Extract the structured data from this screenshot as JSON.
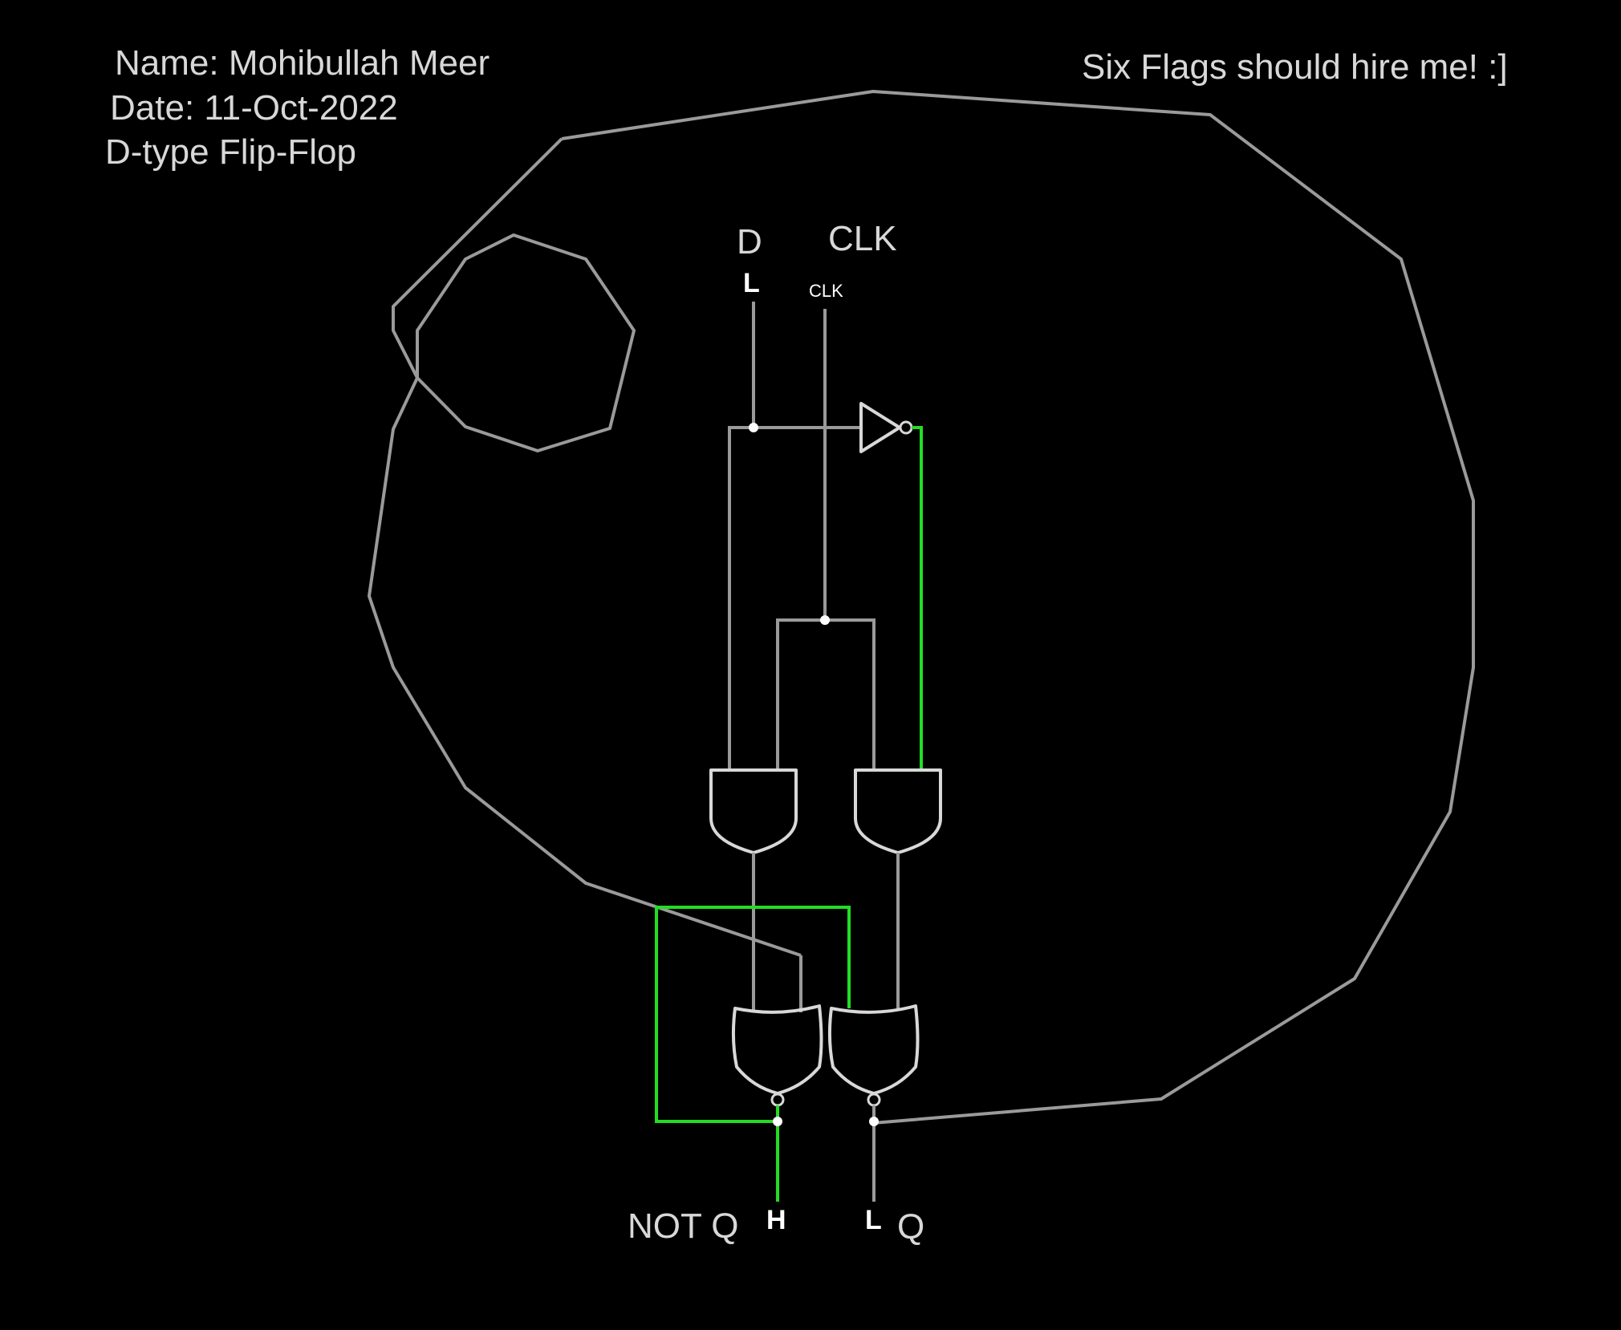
{
  "header": {
    "name": "Name: Mohibullah Meer",
    "date": "Date: 11-Oct-2022",
    "circuit_title": "D-type Flip-Flop",
    "note": "Six Flags should hire me! :]"
  },
  "inputs": {
    "d": {
      "label": "D",
      "state": "L"
    },
    "clk": {
      "label": "CLK",
      "button_text": "CLK"
    }
  },
  "outputs": {
    "not_q": {
      "label": "NOT Q",
      "state": "H"
    },
    "q": {
      "label": "Q",
      "state": "L"
    }
  },
  "colors": {
    "background": "#000000",
    "wire_low": "#9a9a9a",
    "wire_high": "#22dd22",
    "gate": "#d8d8d8",
    "text": "#d8d8d8"
  }
}
